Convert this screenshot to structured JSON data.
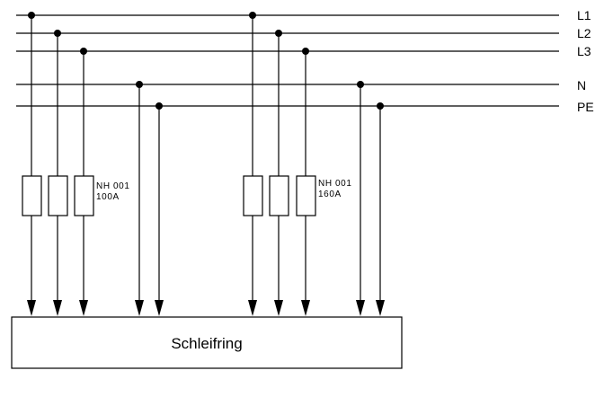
{
  "diagram": {
    "buses": [
      {
        "id": "L1",
        "label": "L1"
      },
      {
        "id": "L2",
        "label": "L2"
      },
      {
        "id": "L3",
        "label": "L3"
      },
      {
        "id": "N",
        "label": "N"
      },
      {
        "id": "PE",
        "label": "PE"
      }
    ],
    "feeders": [
      {
        "fuse_type": "NH 001",
        "fuse_rating": "100A",
        "fused_phases": [
          "L1",
          "L2",
          "L3"
        ],
        "unfused": [
          "N",
          "PE"
        ]
      },
      {
        "fuse_type": "NH 001",
        "fuse_rating": "160A",
        "fused_phases": [
          "L1",
          "L2",
          "L3"
        ],
        "unfused": [
          "N",
          "PE"
        ]
      }
    ],
    "load": {
      "label": "Schleifring"
    }
  }
}
